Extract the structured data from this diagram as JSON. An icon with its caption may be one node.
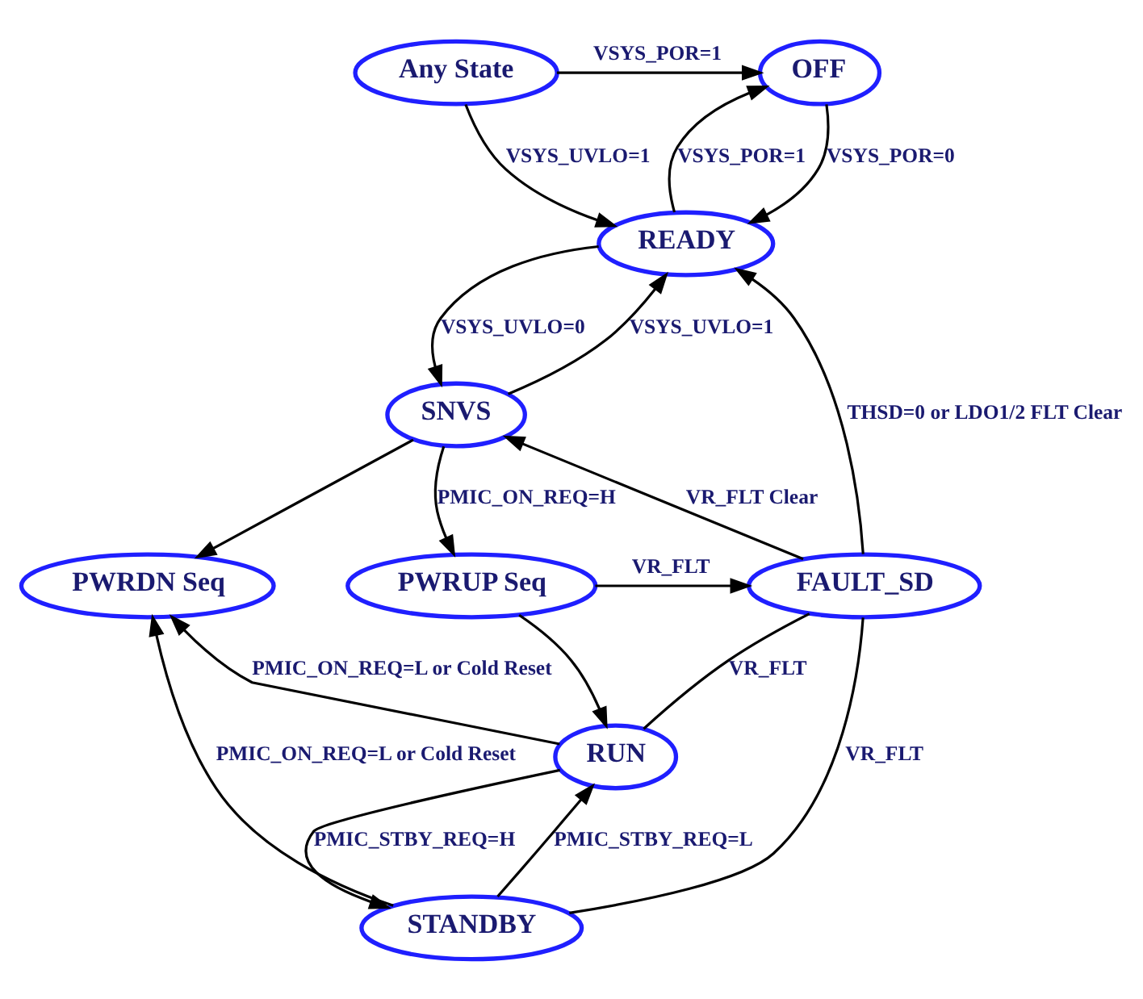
{
  "diagram": {
    "nodes": [
      {
        "text": [
          "Any State"
        ]
      },
      {
        "text": [
          "OFF"
        ]
      },
      {
        "text": [
          "READY"
        ]
      },
      {
        "text": [
          "SNVS"
        ]
      },
      {
        "text": [
          "PWRDN Seq"
        ]
      },
      {
        "text": [
          "PWRUP Seq"
        ]
      },
      {
        "text": [
          "FAULT_SD"
        ]
      },
      {
        "text": [
          "RUN"
        ]
      },
      {
        "text": [
          "STANDBY"
        ]
      }
    ],
    "edges": [
      {
        "from": 0,
        "to": 1,
        "arrow": "to",
        "label": "VSYS_POR=1"
      },
      {
        "from": 0,
        "to": 2,
        "arrow": "to",
        "label": "VSYS_UVLO=1"
      },
      {
        "from": 2,
        "to": 1,
        "arrow": "to",
        "label": "VSYS_POR=1"
      },
      {
        "from": 1,
        "to": 2,
        "arrow": "to",
        "label": "VSYS_POR=0"
      },
      {
        "from": 3,
        "to": 2,
        "arrow": "to",
        "label": "VSYS_UVLO=1"
      },
      {
        "from": 2,
        "to": 3,
        "arrow": "to",
        "label": "VSYS_UVLO=0"
      },
      {
        "from": 3,
        "to": 4,
        "arrow": "to"
      },
      {
        "from": 3,
        "to": 5,
        "arrow": "to",
        "label": "PMIC_ON_REQ=H"
      },
      {
        "from": 5,
        "to": 6,
        "arrow": "to",
        "label": "VR_FLT"
      },
      {
        "from": 6,
        "to": 2,
        "arrow": "to",
        "label": "THSD=0 or LDO1/2 FLT Clear"
      },
      {
        "from": 6,
        "to": 3,
        "arrow": "to",
        "label": "VR_FLT Clear"
      },
      {
        "from": 5,
        "to": 7,
        "arrow": "to"
      },
      {
        "from": 7,
        "to": 4,
        "arrow": "to",
        "label": "PMIC_ON_REQ=L or Cold Reset"
      },
      {
        "from": 7,
        "to": 6,
        "arrow": "none",
        "label": "VR_FLT"
      },
      {
        "from": 8,
        "to": 7,
        "arrow": "to",
        "label": "PMIC_STBY_REQ=L"
      },
      {
        "from": 7,
        "to": 8,
        "arrow": "to",
        "label": "PMIC_STBY_REQ=H"
      },
      {
        "from": 8,
        "to": 4,
        "arrow": "to",
        "label": "PMIC_ON_REQ=L or Cold Reset"
      },
      {
        "from": 8,
        "to": 6,
        "arrow": "none",
        "label": "VR_FLT"
      }
    ]
  }
}
